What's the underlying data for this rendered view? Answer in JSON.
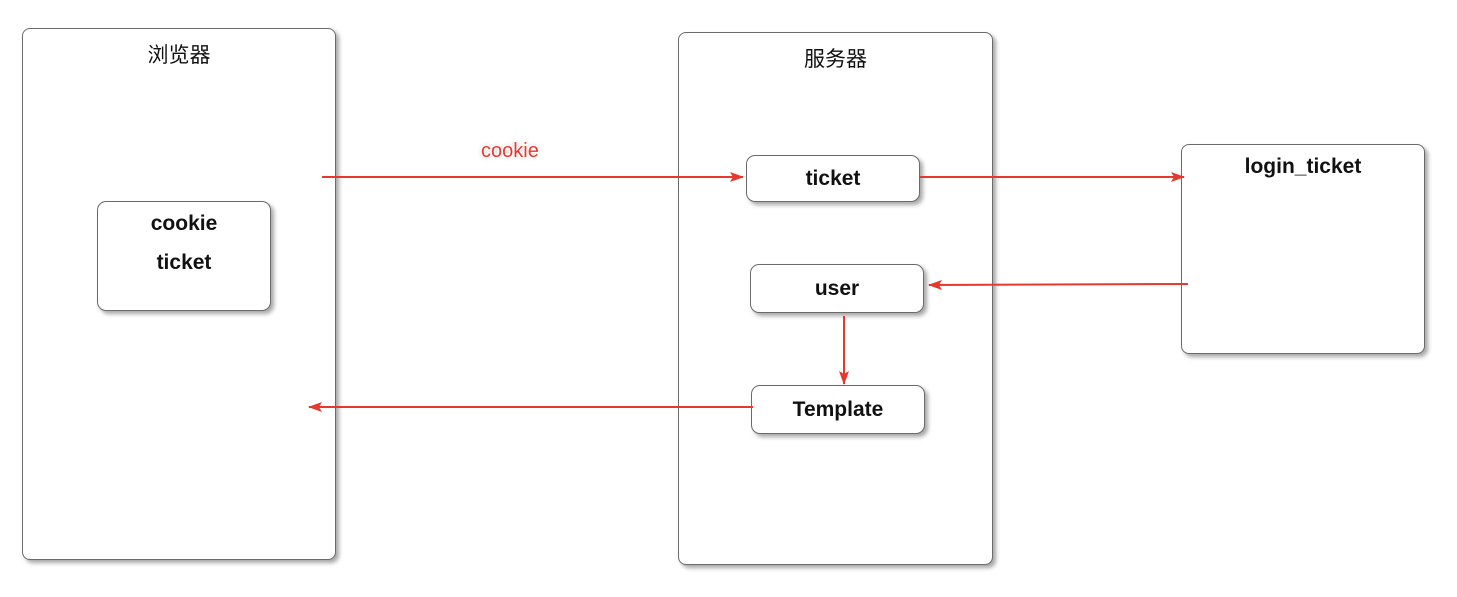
{
  "panels": {
    "browser": {
      "title": "浏览器"
    },
    "server": {
      "title": "服务器"
    },
    "login_ticket": {
      "title": "login_ticket"
    }
  },
  "browser_cookie": {
    "line1": "cookie",
    "line2": "ticket"
  },
  "server_nodes": {
    "ticket": "ticket",
    "user": "user",
    "template": "Template"
  },
  "edges": {
    "request_label": "cookie"
  },
  "colors": {
    "arrow": "#e8372c",
    "border": "#6b6b6b"
  }
}
